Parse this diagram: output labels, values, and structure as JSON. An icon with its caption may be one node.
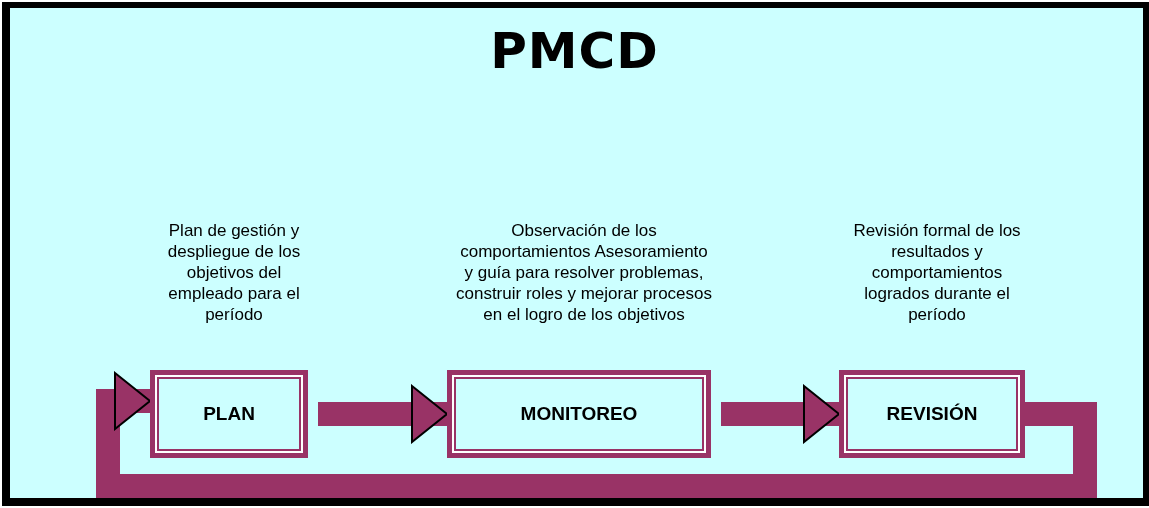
{
  "diagram": {
    "title": "PMCD",
    "nodes": [
      {
        "text": [
          "PLAN"
        ],
        "beside": [
          "Plan de gestión y despliegue de los objetivos del empleado para el período"
        ]
      },
      {
        "text": [
          "MONITOREO"
        ],
        "beside": [
          "Observación de los comportamientos Asesoramiento y guía para resolver problemas, construir roles y mejorar procesos en el logro de los objetivos"
        ]
      },
      {
        "text": [
          "REVISIÓN"
        ],
        "beside": [
          "Revisión formal de los resultados y comportamientos logrados durante el período"
        ]
      }
    ],
    "edges": [
      {
        "from": 0,
        "to": 1,
        "arrow": "to"
      },
      {
        "from": 1,
        "to": 2,
        "arrow": "to"
      },
      {
        "from": 2,
        "to": 0,
        "arrow": "to"
      }
    ]
  }
}
